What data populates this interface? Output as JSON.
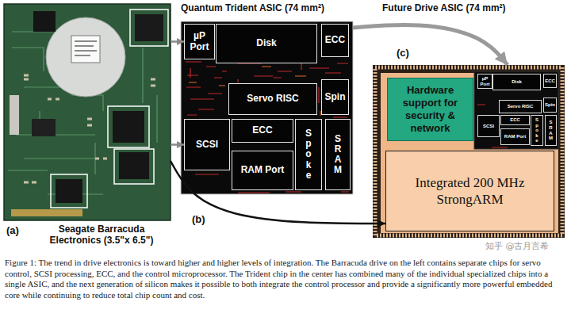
{
  "diagram": {
    "caption": "Figure 1: The trend in drive electronics is toward higher and higher levels of integration. The Barracuda drive on the left contains separate chips for servo control, SCSI processing, ECC, and the control microprocessor. The Trident chip in the center has combined many of the individual specialized chips into a single ASIC, and the next generation of silicon makes it possible to both integrate the control processor and provide a significantly more powerful embedded core while continuing to reduce total chip count and cost.",
    "nodes": [
      {
        "text": [
          "Seagate Barracuda Electronics (3.5\"x 6.5\")"
        ]
      },
      {
        "text": [
          "Quantum Trident ASIC (74 mm²)"
        ]
      },
      {
        "text": [
          "µP Port"
        ],
        "in": 1
      },
      {
        "text": [
          "Disk"
        ],
        "in": 1
      },
      {
        "text": [
          "ECC"
        ],
        "in": 1
      },
      {
        "text": [
          "Servo RISC"
        ],
        "in": 1
      },
      {
        "text": [
          "Spin"
        ],
        "in": 1
      },
      {
        "text": [
          "SCSI"
        ],
        "in": 1
      },
      {
        "text": [
          "ECC"
        ],
        "in": 1
      },
      {
        "text": [
          "RAM Port"
        ],
        "in": 1
      },
      {
        "text": [
          "Spoke"
        ],
        "in": 1
      },
      {
        "text": [
          "SRAM"
        ],
        "in": 1
      },
      {
        "text": [
          "Future Drive ASIC (74 mm²)"
        ]
      },
      {
        "text": [
          "Hardware support for security & network"
        ],
        "in": 12
      },
      {
        "text": [
          "µP Port"
        ],
        "in": 12
      },
      {
        "text": [
          "Disk"
        ],
        "in": 12
      },
      {
        "text": [
          "ECC"
        ],
        "in": 12
      },
      {
        "text": [
          "Servo RISC"
        ],
        "in": 12
      },
      {
        "text": [
          "Spin"
        ],
        "in": 12
      },
      {
        "text": [
          "SCSI"
        ],
        "in": 12
      },
      {
        "text": [
          "ECC"
        ],
        "in": 12
      },
      {
        "text": [
          "RAM Port"
        ],
        "in": 12
      },
      {
        "text": [
          "Spoke"
        ],
        "in": 12
      },
      {
        "text": [
          "SRAM"
        ],
        "in": 12
      },
      {
        "text": [
          "Integrated 200 MHz StrongARM"
        ],
        "in": 12
      }
    ],
    "edges": [
      {
        "from": 0,
        "to": 2,
        "arrow": "to"
      },
      {
        "from": 0,
        "to": 7,
        "arrow": "to"
      },
      {
        "from": 0,
        "to": 24,
        "label": "(b)",
        "arrow": "to"
      },
      {
        "from": 1,
        "to": 12,
        "label": "(c)",
        "arrow": "to"
      }
    ],
    "labels": [
      "(a)",
      "知乎 @古月言希"
    ]
  }
}
